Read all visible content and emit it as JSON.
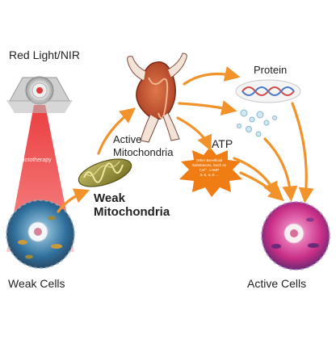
{
  "labels": {
    "light_source": "Red Light/NIR",
    "phototherapy": "Phototherapy",
    "weak_mito_line1": "Weak",
    "weak_mito_line2": "Mitochondria",
    "active_mito_line1": "Active",
    "active_mito_line2": "Mitochondria",
    "protein": "Protein",
    "atp": "ATP",
    "burst_line1": "Other Beneficial",
    "burst_line2": "Substances, Such as",
    "burst_line3": "Ca²⁺, cAMP",
    "burst_line4": "IL-5, IL-6 ...",
    "weak_cells": "Weak Cells",
    "active_cells": "Active Cells"
  },
  "colors": {
    "arrow": "#f2922a",
    "light_beam": "#e8282b",
    "burst": "#f07c14",
    "mitochondria_weak": "#8f8a2d",
    "mitochondria_active": "#c4532a",
    "weak_cell": "#3a78a8",
    "active_cell": "#d23c8f"
  },
  "icons": [
    "led-lamp-icon",
    "mitochondria-icon",
    "muscle-mitochondria-icon",
    "dna-helix-icon",
    "atp-molecules-icon",
    "starburst-icon",
    "cell-icon"
  ]
}
